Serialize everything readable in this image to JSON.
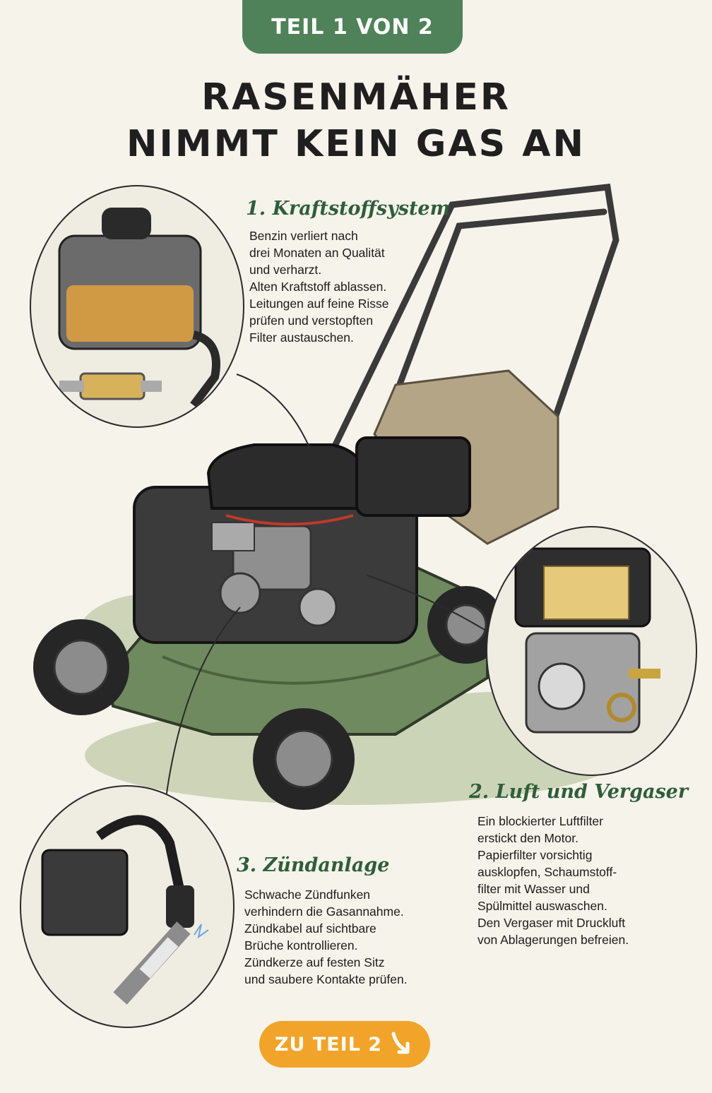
{
  "badge": {
    "label": "TEIL 1 VON 2"
  },
  "title": {
    "line1": "RASENMÄHER",
    "line2": "NIMMT KEIN GAS AN"
  },
  "sections": [
    {
      "heading": "1. Kraftstoffsystem",
      "lines": [
        "Benzin verliert nach",
        "drei Monaten an Qualität",
        "und verharzt.",
        "Alten Kraftstoff ablassen.",
        "Leitungen auf feine Risse",
        "prüfen und verstopften",
        "Filter austauschen."
      ]
    },
    {
      "heading": "2. Luft und Vergaser",
      "lines": [
        "Ein blockierter Luftfilter",
        "erstickt den Motor.",
        "Papierfilter vorsichtig",
        "ausklopfen, Schaumstoff-",
        "filter mit Wasser und",
        "Spülmittel auswaschen.",
        "Den Vergaser mit Druckluft",
        "von Ablagerungen befreien."
      ]
    },
    {
      "heading": "3. Zündanlage",
      "lines": [
        "Schwache Zündfunken",
        "verhindern die Gasannahme.",
        "Zündkabel auf sichtbare",
        "Brüche kontrollieren.",
        "Zündkerze auf festen Sitz",
        "und saubere Kontakte prüfen."
      ]
    }
  ],
  "cta": {
    "label": "ZU TEIL 2",
    "icon": "arrow-down-right-icon"
  },
  "colors": {
    "accent_green": "#4f8259",
    "cta_orange": "#f2a42a",
    "mower_green": "#6f8a5e"
  }
}
